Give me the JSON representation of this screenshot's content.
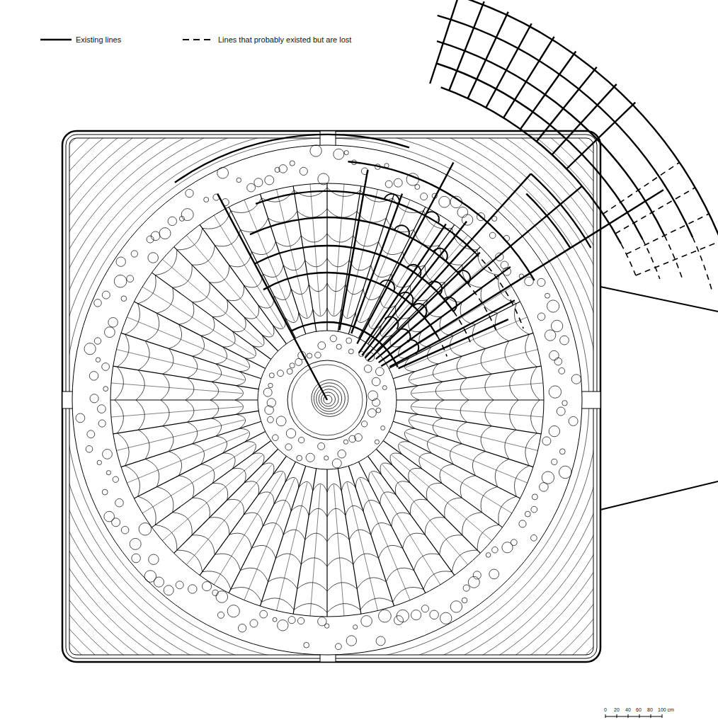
{
  "diagram": {
    "labels": [
      "0",
      "20",
      "40",
      "60",
      "80",
      "100 cm"
    ],
    "legend": [
      {
        "text": "Existing lines"
      },
      {
        "text": "Lines that probably existed but are lost"
      }
    ]
  }
}
